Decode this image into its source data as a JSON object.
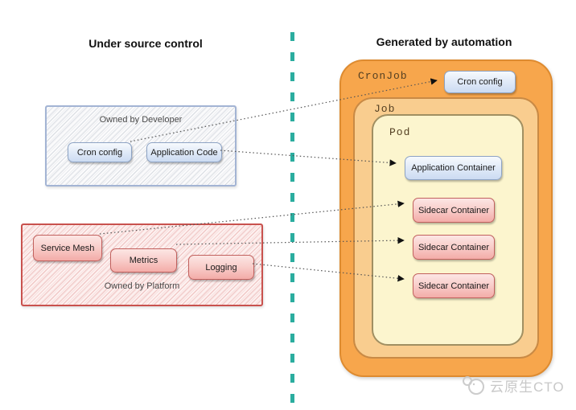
{
  "titles": {
    "left": "Under source control",
    "right": "Generated by automation"
  },
  "left": {
    "developer_group": {
      "label": "Owned by Developer",
      "items": [
        "Cron config",
        "Application Code"
      ]
    },
    "platform_group": {
      "label": "Owned by Platform",
      "items": [
        "Service Mesh",
        "Metrics",
        "Logging"
      ]
    }
  },
  "right": {
    "cronjob": {
      "label": "CronJob",
      "cron_config": "Cron config",
      "job": {
        "label": "Job",
        "pod": {
          "label": "Pod",
          "app_container": "Application Container",
          "sidecars": [
            "Sidecar Container",
            "Sidecar Container",
            "Sidecar Container"
          ]
        }
      }
    }
  },
  "watermark": {
    "text": "云原生CTO"
  },
  "colors": {
    "separator_teal": "#2BAD9F",
    "cronjob_orange": "#F7A64C",
    "job_orange": "#F9CD8F",
    "pod_yellow": "#FCF5CE",
    "blue_node_border": "#8DA3C4",
    "pink_node_border": "#C2615E",
    "developer_box_border": "#A3B4D4",
    "platform_box_border": "#C9524E",
    "arrow_gray": "#555555"
  }
}
